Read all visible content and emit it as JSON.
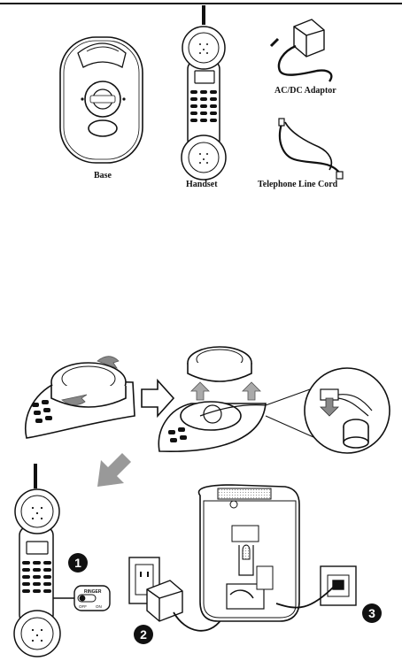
{
  "items": {
    "base_label": "Base",
    "handset_label": "Handset",
    "adaptor_label": "AC/DC Adaptor",
    "cord_label": "Telephone Line Cord"
  },
  "switch": {
    "title": "RINGER",
    "off_label": "OFF",
    "on_label": "ON"
  },
  "steps": [
    "1",
    "2",
    "3"
  ],
  "icons": [
    "right-arrow-icon",
    "down-left-arrow-icon",
    "up-arrow-icon",
    "down-arrow-icon",
    "rotate-arrow-icon"
  ]
}
